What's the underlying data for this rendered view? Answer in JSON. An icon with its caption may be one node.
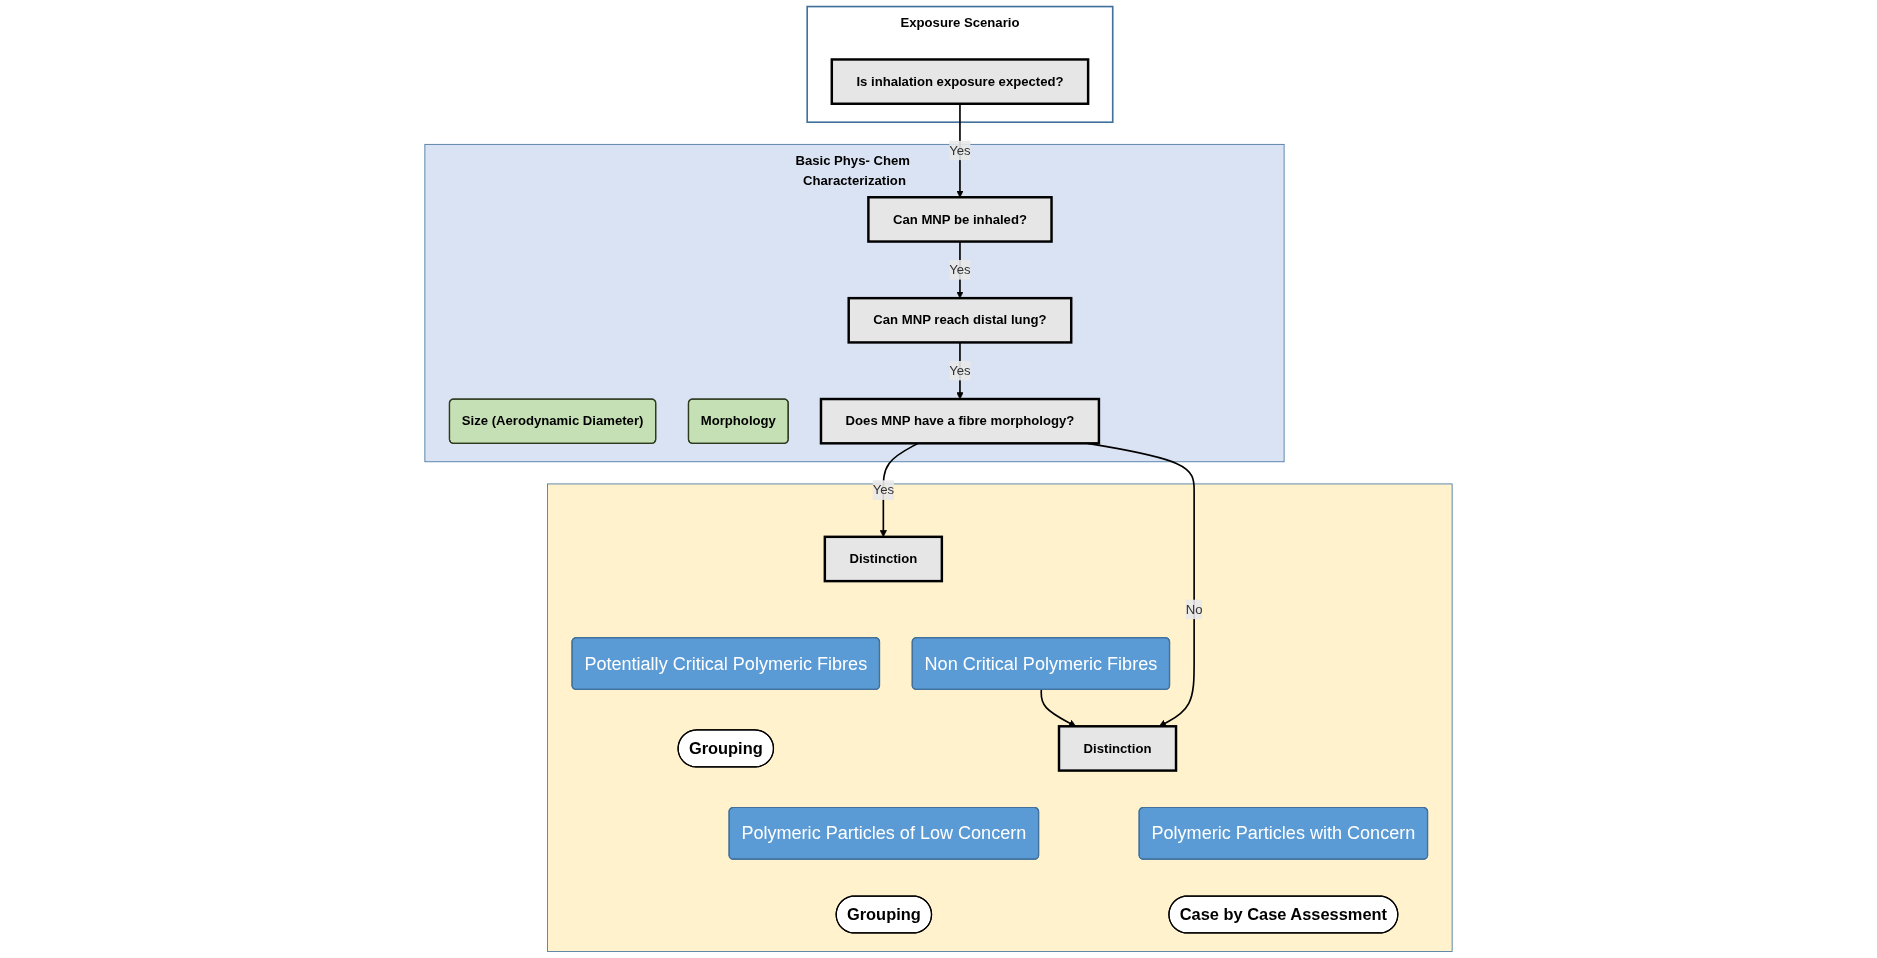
{
  "diagram": {
    "nodes": [
      {
        "text": [
          "Exposure Scenario"
        ]
      },
      {
        "text": [
          "Is inhalation exposure expected?"
        ],
        "in": 0
      },
      {
        "text": [
          "Basic Phys- Chem Characterization"
        ]
      },
      {
        "text": [
          "Can MNP be inhaled?"
        ],
        "in": 2
      },
      {
        "text": [
          "Size (Aerodynamic Diameter)"
        ],
        "in": 2
      },
      {
        "text": [
          "Can MNP reach distal lung?"
        ],
        "in": 2
      },
      {
        "text": [
          "Morphology"
        ],
        "in": 2
      },
      {
        "text": [
          "Does MNP have a fibre morphology?"
        ],
        "in": 2
      },
      {
        "text": [],
        "shape": "box"
      },
      {
        "text": [
          "Distinction"
        ],
        "in": 8
      },
      {
        "text": [
          "Potentially Critical Polymeric Fibres"
        ],
        "in": 8
      },
      {
        "text": [
          "Non Critical Polymeric Fibres"
        ],
        "in": 8
      },
      {
        "text": [
          "Grouping"
        ],
        "in": 8
      },
      {
        "text": [
          "Distinction"
        ],
        "in": 8
      },
      {
        "text": [
          "Polymeric Particles of Low Concern"
        ],
        "in": 8
      },
      {
        "text": [
          "Polymeric Particles with Concern"
        ],
        "in": 8
      },
      {
        "text": [
          "Grouping"
        ],
        "in": 8
      },
      {
        "text": [
          "Case by Case Assessment"
        ],
        "in": 8
      }
    ],
    "edges": [
      {
        "from": 1,
        "to": 3,
        "arrow": "to",
        "label": "Yes"
      },
      {
        "from": 3,
        "to": 5,
        "arrow": "to",
        "label": "Yes"
      },
      {
        "from": 5,
        "to": 7,
        "arrow": "to",
        "label": "Yes"
      },
      {
        "from": 7,
        "to": 9,
        "arrow": "to",
        "label": "Yes"
      },
      {
        "from": 7,
        "to": 13,
        "arrow": "to",
        "label": "No"
      },
      {
        "from": 11,
        "to": 13,
        "arrow": "to"
      }
    ]
  }
}
